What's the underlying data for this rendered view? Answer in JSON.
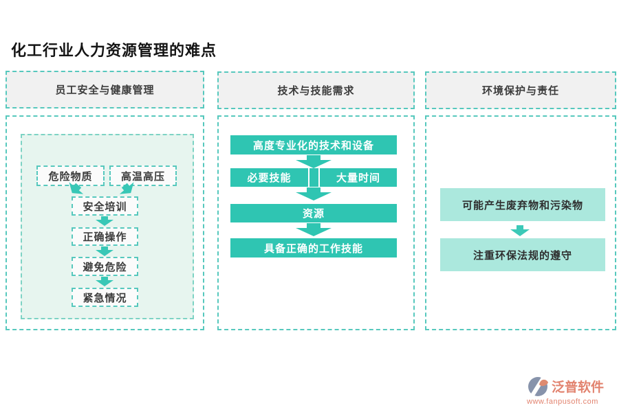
{
  "page": {
    "title": "化工行业人力资源管理的难点"
  },
  "columns": [
    {
      "header": "员工安全与健康管理",
      "sources": [
        "危险物质",
        "高温高压"
      ],
      "steps": [
        "安全培训",
        "正确操作",
        "避免危险",
        "紧急情况"
      ]
    },
    {
      "header": "技术与技能需求",
      "top": "高度专业化的技术和设备",
      "pair": [
        "必要技能",
        "大量时间"
      ],
      "mid": "资源",
      "bottom": "具备正确的工作技能"
    },
    {
      "header": "环境保护与责任",
      "steps": [
        "可能产生废弃物和污染物",
        "注重环保法规的遵守"
      ]
    }
  ],
  "footer": {
    "brand": "泛普软件",
    "url": "www.fanpusoft.com"
  },
  "colors": {
    "accent_teal": "#2fc5b2",
    "arrow_teal": "#38c7b6",
    "light_teal_box": "#abe8dd",
    "dashed_border": "#56c8bd",
    "panel_mint": "#e7f5ef",
    "header_bg": "#f1f1f1",
    "brand_salmon": "#e2836f"
  }
}
